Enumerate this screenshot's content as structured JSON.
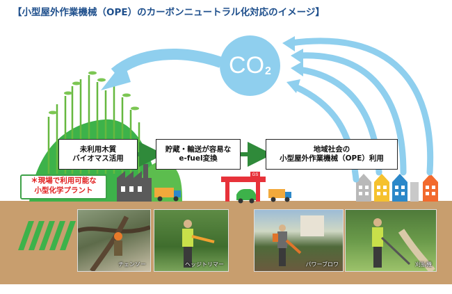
{
  "title": "【小型屋外作業機械（OPE）のカーボンニュートラル化対応のイメージ】",
  "co2": {
    "main": "CO",
    "sub": "2"
  },
  "flow": {
    "box1": "未利用木質\nバイオマス活用",
    "box2": "貯蔵・輸送が容易な\ne-fuel変換",
    "box3": "地域社会の\n小型屋外作業機械（OPE）利用"
  },
  "plant_label": "＊現場で利用可能な\n小型化学プラント",
  "gas_station_sign": "GS",
  "photos": [
    {
      "label": "チェンソー"
    },
    {
      "label": "ヘッジトリマー"
    },
    {
      "label": "パワーブロワ"
    },
    {
      "label": "刈払機"
    }
  ],
  "colors": {
    "title": "#1e4f8c",
    "arrow": "#8fcfee",
    "ground": "#c89e6e",
    "hill": "#3db24a",
    "flow_arrow": "#2f8a3a",
    "plant_label_text": "#e01f1f"
  }
}
